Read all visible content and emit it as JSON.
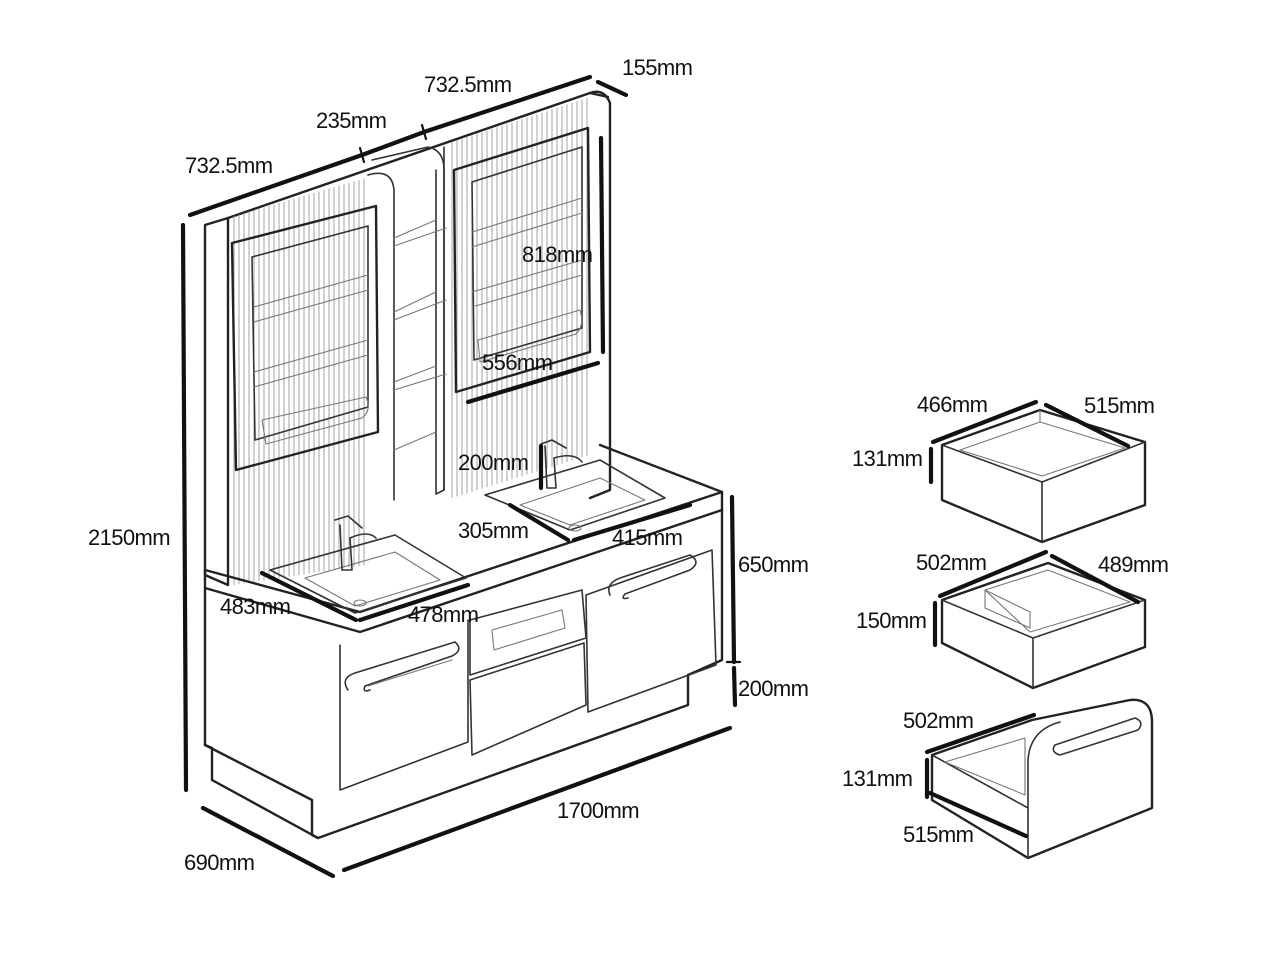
{
  "dimensions": {
    "top_left_width": "732.5mm",
    "top_right_width": "732.5mm",
    "middle_width": "235mm",
    "mirror_depth": "155mm",
    "total_height": "2150mm",
    "mirror_height": "818mm",
    "mirror_width": "556mm",
    "faucet_height": "200mm",
    "right_sink_depth": "305mm",
    "right_sink_width": "415mm",
    "left_sink_depth": "483mm",
    "left_sink_width": "478mm",
    "cabinet_height": "650mm",
    "plinth_height": "200mm",
    "total_width": "1700mm",
    "total_depth": "690mm"
  },
  "drawers": [
    {
      "depth": "466mm",
      "width": "515mm",
      "height": "131mm"
    },
    {
      "depth": "502mm",
      "width": "489mm",
      "height": "150mm"
    },
    {
      "depth": "502mm",
      "width": "515mm",
      "height": "131mm"
    }
  ]
}
